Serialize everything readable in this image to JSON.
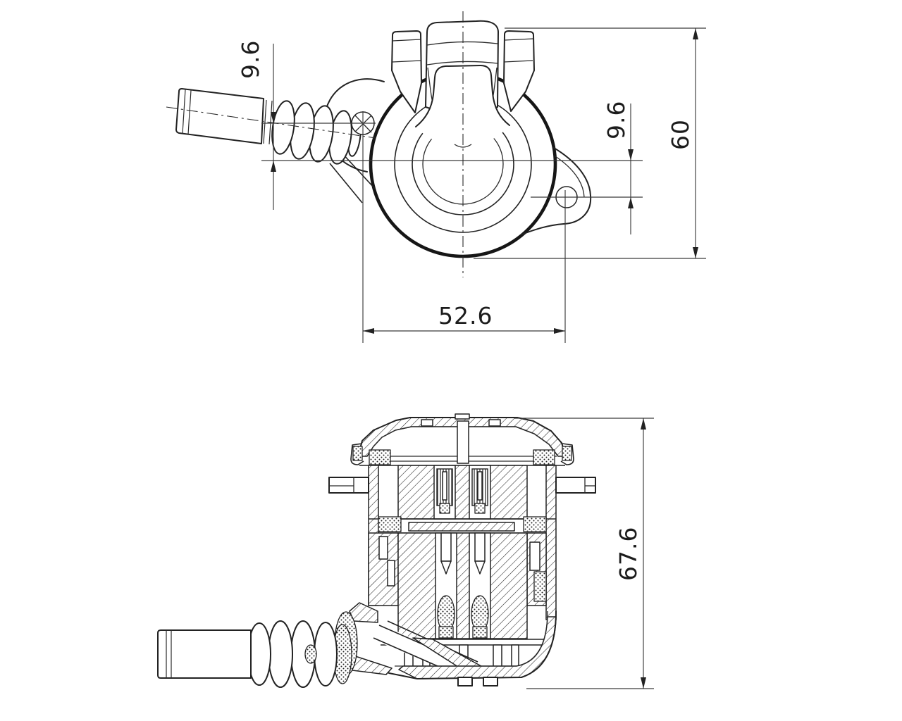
{
  "drawing": {
    "front_view": {
      "dim_left_hole_offset": "9.6",
      "dim_right_hole_offset": "9.6",
      "dim_overall_height": "60",
      "dim_hole_spacing": "52.6"
    },
    "section_view": {
      "dim_overall_depth": "67.6"
    },
    "colors": {
      "line": "#222222",
      "background": "#ffffff"
    }
  }
}
